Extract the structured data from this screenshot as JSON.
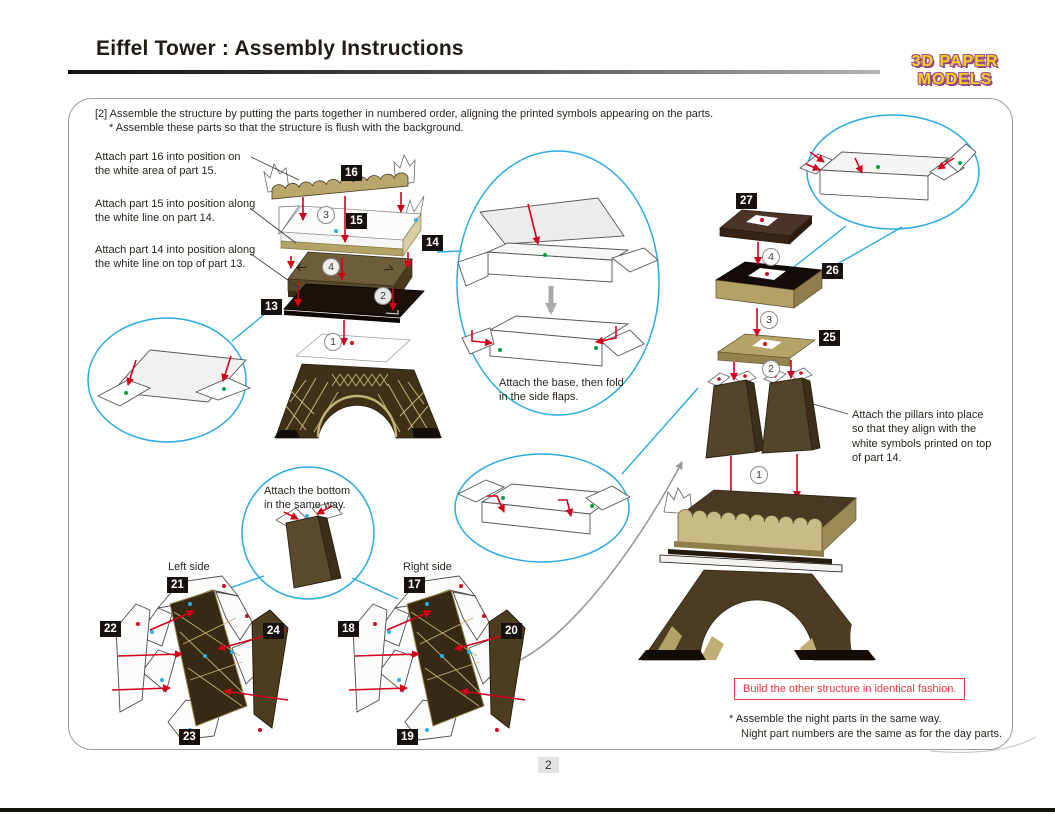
{
  "header": {
    "title": "Eiffel Tower : Assembly Instructions",
    "logo": "3D PAPER MODELS",
    "page_number": "2"
  },
  "intro": {
    "line1": "[2] Assemble the structure by putting the parts together in numbered order,  aligning the printed symbols appearing on the parts.",
    "line2": "* Assemble these parts so that the structure is flush with the background."
  },
  "instructions": {
    "attach16": "Attach part 16 into position on\n the white area of part 15.",
    "attach15": "Attach part 15 into position along\nthe white line on part 14.",
    "attach14": "Attach part 14 into position along\nthe white line on top of part 13.",
    "attach_base": "Attach the base, then fold\nin the side flaps.",
    "attach_bottom": "Attach the bottom\nin the same way.",
    "attach_pillars": "Attach the pillars into place\nso that they align with the\nwhite symbols printed on top\nof part 14."
  },
  "labels": {
    "left_side": "Left side",
    "right_side": "Right side"
  },
  "badges": {
    "b13": "13",
    "b14": "14",
    "b15": "15",
    "b16": "16",
    "b17": "17",
    "b18": "18",
    "b19": "19",
    "b20": "20",
    "b21": "21",
    "b22": "22",
    "b23": "23",
    "b24": "24",
    "b25": "25",
    "b26": "26",
    "b27": "27"
  },
  "steps": {
    "s1": "1",
    "s2": "2",
    "s3": "3",
    "s4": "4"
  },
  "footer": {
    "red_box": "Build the other structure in identical fashion.",
    "note1": "* Assemble the night parts in the same way.",
    "note2": "Night part numbers are the same as for the day parts."
  },
  "colors": {
    "accent_cyan": "#29abe2",
    "arrow_red": "#d5001c",
    "brown_dark": "#4b3d22",
    "tan": "#b3a266",
    "black_part": "#1c110a",
    "logo_yellow": "#f7d01c",
    "logo_outline": "#a0538f",
    "note_red": "#e8383d"
  }
}
